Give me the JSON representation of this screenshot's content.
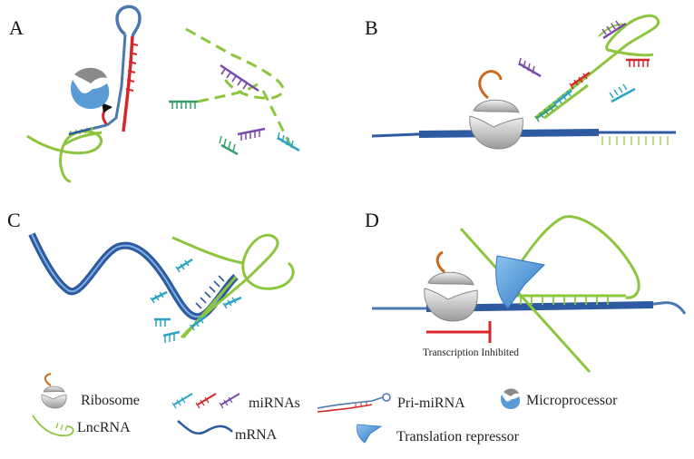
{
  "panels": [
    {
      "letter": "A"
    },
    {
      "letter": "B"
    },
    {
      "letter": "C"
    },
    {
      "letter": "D"
    }
  ],
  "annotations": {
    "transcription_inhibited": "Transcription Inhibited"
  },
  "legend": {
    "ribosome": "Ribosome",
    "mirnas": "miRNAs",
    "pri_mirna": "Pri-miRNA",
    "microprocessor": "Microprocessor",
    "lncrna": "LncRNA",
    "mrna": "mRNA",
    "translation_repressor": "Translation repressor"
  },
  "colors": {
    "lncrna": "#8cc63f",
    "mrna": "#2d5aa0",
    "mrna_light": "#6f9fd0",
    "pri_mirna": "#d7262b",
    "mirna_teal": "#2aa3c4",
    "mirna_red": "#d7262b",
    "mirna_purple": "#7b4aa8",
    "mirna_green": "#3a9d6e",
    "ribosome": "#bfbfbf",
    "ribosome_tail": "#c9681f",
    "repressor": "#4a90d9",
    "inhibit": "#d7262b"
  }
}
